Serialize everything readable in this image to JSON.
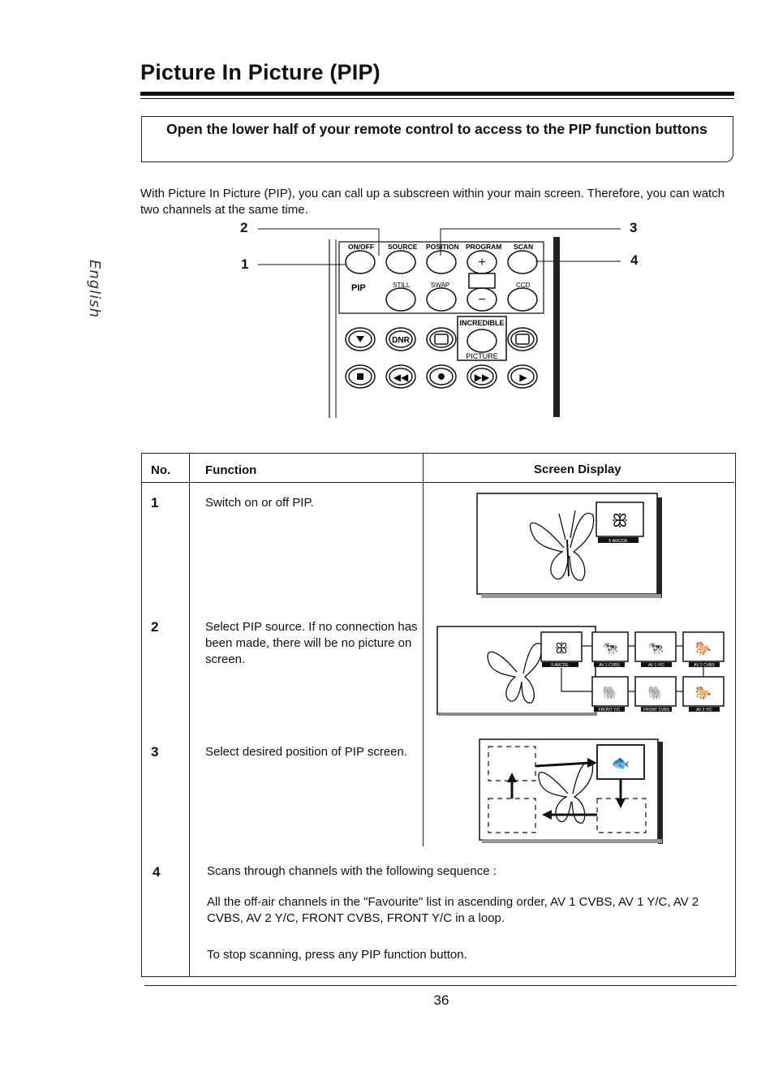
{
  "title": "Picture In Picture (PIP)",
  "callout": "Open the lower half of your remote control to access to the PIP function buttons",
  "intro": "With Picture In Picture (PIP), you can call up a subscreen within your main screen. Therefore, you can watch two channels at the same time.",
  "side_label": "English",
  "remote": {
    "callouts": [
      "1",
      "2",
      "3",
      "4"
    ],
    "row1_labels": [
      "ON/OFF",
      "SOURCE",
      "POSITION",
      "PROGRAM",
      "SCAN"
    ],
    "row2_labels": [
      "PIP",
      "STILL",
      "SWAP",
      "CCD"
    ],
    "incredible": "INCREDIBLE",
    "picture": "PICTURE",
    "dnr": "DNR"
  },
  "table": {
    "headers": [
      "No.",
      "Function",
      "Screen Display"
    ],
    "rows": [
      {
        "no": "1",
        "text": "Switch on or off PIP."
      },
      {
        "no": "2",
        "text": "Select PIP source. If no connection has been made, there will be no picture on screen."
      },
      {
        "no": "3",
        "text": "Select desired position of PIP screen."
      },
      {
        "no": "4",
        "lines": [
          "Scans through channels with the following sequence :",
          "All the off-air channels in the \"Favourite\" list in ascending order, AV 1 CVBS, AV 1 Y/C, AV 2 CVBS, AV 2 Y/C, FRONT CVBS, FRONT Y/C in a loop.",
          "To stop scanning, press any PIP function button."
        ]
      }
    ],
    "screen_labels": {
      "row1": "5 ARCDE",
      "row2": [
        "5 ARCDE",
        "AV 1 CVBS",
        "AV 1 Y/C",
        "AV 2 CVBS",
        "FRONT Y/C",
        "FRONT CVBS",
        "AV 2 Y/C"
      ]
    }
  },
  "page_number": "36"
}
